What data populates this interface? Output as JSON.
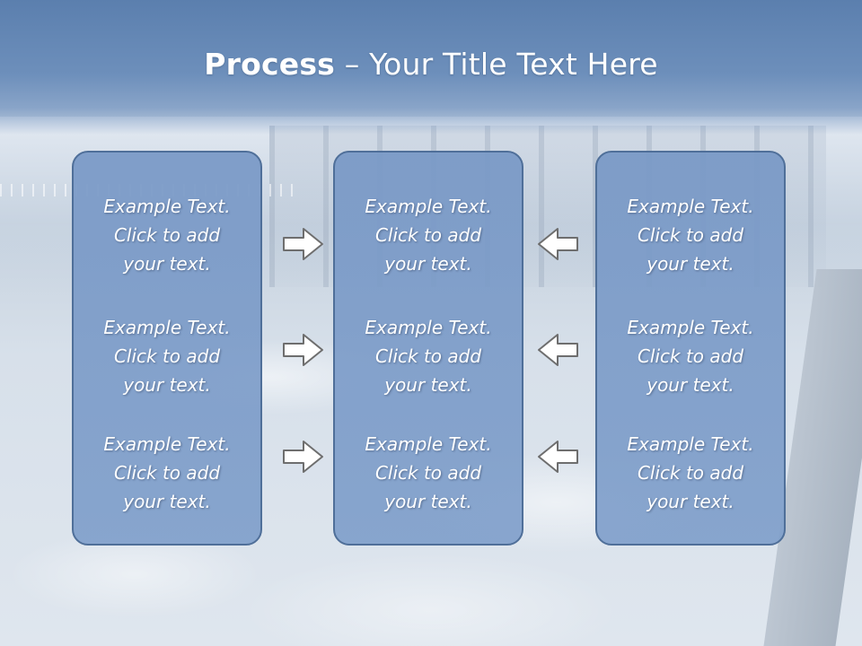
{
  "title": {
    "bold": "Process",
    "rest": " – Your Title Text Here"
  },
  "columns": [
    {
      "items": [
        {
          "l1": "Example Text.",
          "l2": "Click  to add",
          "l3": "your text."
        },
        {
          "l1": "Example Text.",
          "l2": "Click  to add",
          "l3": "your text."
        },
        {
          "l1": "Example Text.",
          "l2": "Click  to add",
          "l3": "your text."
        }
      ]
    },
    {
      "items": [
        {
          "l1": "Example Text.",
          "l2": "Click  to add",
          "l3": "your text."
        },
        {
          "l1": "Example Text.",
          "l2": "Click  to add",
          "l3": "your text."
        },
        {
          "l1": "Example Text.",
          "l2": "Click  to add",
          "l3": "your text."
        }
      ]
    },
    {
      "items": [
        {
          "l1": "Example Text.",
          "l2": "Click  to add",
          "l3": "your text."
        },
        {
          "l1": "Example Text.",
          "l2": "Click  to add",
          "l3": "your text."
        },
        {
          "l1": "Example Text.",
          "l2": "Click  to add",
          "l3": "your text."
        }
      ]
    }
  ],
  "arrows": {
    "left_group": "arrow-right-icon",
    "right_group": "arrow-left-icon"
  },
  "colors": {
    "header": "#5b7fae",
    "box_fill": "#7898c6",
    "box_border": "#4f6f99",
    "text": "#ffffff",
    "arrow_fill": "#ffffff",
    "arrow_stroke": "#6e6e6e"
  }
}
